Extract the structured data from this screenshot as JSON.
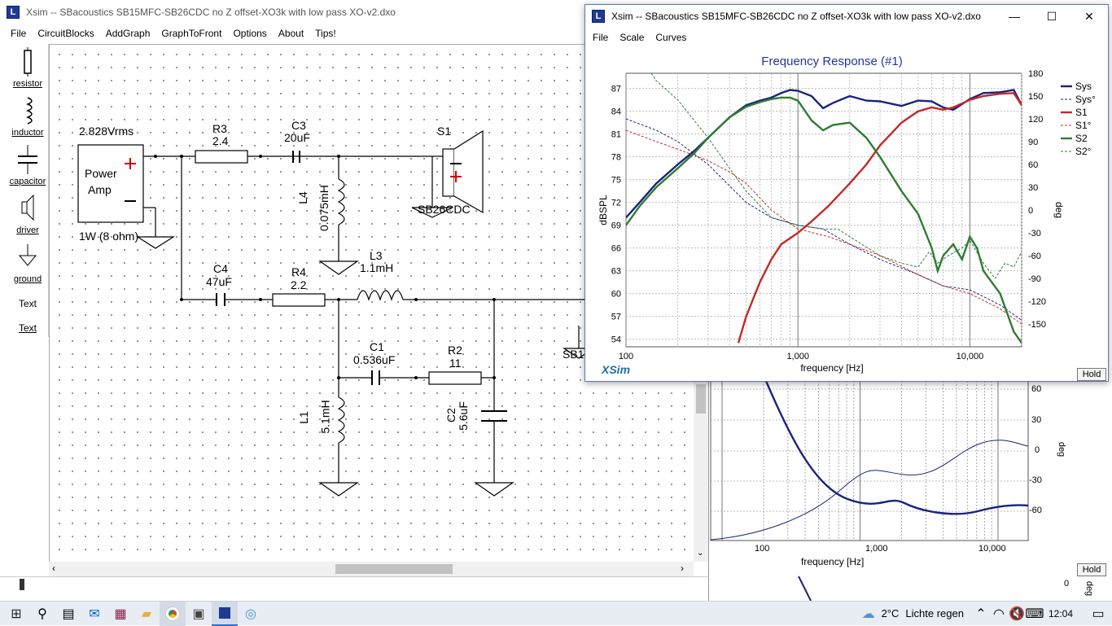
{
  "main_window": {
    "title": "Xsim -- SBacoustics SB15MFC-SB26CDC no Z offset-XO3k with low pass XO-v2.dxo",
    "menu": [
      "File",
      "CircuitBlocks",
      "AddGraph",
      "GraphToFront",
      "Options",
      "About",
      "Tips!"
    ]
  },
  "palette": [
    "resistor",
    "inductor",
    "capacitor",
    "driver",
    "ground",
    "Text",
    "Text"
  ],
  "circuit": {
    "source_voltage": "2.828Vrms",
    "amp_line1": "Power",
    "amp_line2": "Amp",
    "amp_power": "1W (8 ohm)",
    "r3_name": "R3",
    "r3_val": "2.4",
    "c3_name": "C3",
    "c3_val": "20uF",
    "s1_name": "S1",
    "s1_model": "SB26CDC",
    "l4_name": "L4",
    "l4_val": "0.075mH",
    "c4_name": "C4",
    "c4_val": "47uF",
    "r4_name": "R4",
    "r4_val": "2.2",
    "l3_name": "L3",
    "l3_val": "1.1mH",
    "c1_name": "C1",
    "c1_val": "0.536uF",
    "r2_name": "R2",
    "r2_val": "11",
    "l1_name": "L1",
    "l1_val": "5.1mH",
    "c2_name": "C2",
    "c2_val": "5.6uF",
    "partial_driver": "SB1"
  },
  "freq_window": {
    "title": "Xsim -- SBacoustics SB15MFC-SB26CDC no Z offset-XO3k with low pass XO-v2.dxo",
    "menu": [
      "File",
      "Scale",
      "Curves"
    ],
    "brand": "XSim",
    "hold_label": "Hold"
  },
  "back_graph": {
    "xlabel": "frequency [Hz]",
    "ylabel_right": "deg",
    "x_ticks": [
      "100",
      "1,000",
      "10,000"
    ],
    "y_ticks_right": [
      "60",
      "30",
      "0",
      "-30",
      "-60"
    ],
    "hold_label": "Hold",
    "bottom_tick": "0",
    "bottom_ylabel": "deg"
  },
  "chart_data": {
    "type": "line",
    "title": "Frequency Response (#1)",
    "xlabel": "frequency [Hz]",
    "ylabel": "dBSPL",
    "ylabel_right": "deg",
    "x_scale": "log",
    "xlim": [
      100,
      20000
    ],
    "ylim": [
      53,
      89
    ],
    "ylim_right": [
      -180,
      180
    ],
    "x_ticks": [
      "100",
      "1,000",
      "10,000"
    ],
    "y_ticks": [
      "87",
      "84",
      "81",
      "78",
      "75",
      "72",
      "69",
      "66",
      "63",
      "60",
      "57",
      "54"
    ],
    "y_ticks_right": [
      "180",
      "150",
      "120",
      "90",
      "60",
      "30",
      "0",
      "-30",
      "-60",
      "-90",
      "-120",
      "-150"
    ],
    "grid": true,
    "legend_position": "top-right",
    "series": [
      {
        "name": "Sys",
        "color": "#1a237e",
        "style": "solid",
        "axis": "left",
        "x": [
          100,
          120,
          150,
          200,
          250,
          300,
          400,
          500,
          600,
          700,
          800,
          900,
          1000,
          1200,
          1400,
          1600,
          2000,
          2500,
          3000,
          4000,
          5000,
          6000,
          7000,
          8000,
          10000,
          12000,
          15000,
          18000,
          20000
        ],
        "y": [
          70,
          72,
          74.5,
          77,
          78.8,
          80.5,
          83.2,
          84.8,
          85.4,
          85.8,
          86.4,
          86.8,
          86.7,
          86,
          84.4,
          85.1,
          86,
          85.4,
          85.3,
          84.7,
          85.4,
          85.3,
          84.5,
          84.2,
          85.6,
          86.4,
          86.5,
          86.8,
          84.8
        ]
      },
      {
        "name": "Sys°",
        "color": "#1a237e",
        "style": "dashed",
        "axis": "right",
        "x": [
          100,
          150,
          200,
          300,
          500,
          700,
          1000,
          1400,
          2000,
          3000,
          5000,
          7000,
          10000,
          15000,
          20000
        ],
        "y": [
          120,
          105,
          90,
          60,
          10,
          -10,
          -20,
          -25,
          -45,
          -65,
          -85,
          -100,
          -105,
          -125,
          -145
        ]
      },
      {
        "name": "S1",
        "color": "#c62828",
        "style": "solid",
        "axis": "left",
        "x": [
          450,
          500,
          600,
          700,
          800,
          1000,
          1200,
          1500,
          2000,
          2500,
          3000,
          4000,
          5000,
          6000,
          7000,
          8000,
          10000,
          12000,
          15000,
          18000,
          20000
        ],
        "y": [
          53.5,
          57,
          61.5,
          64.5,
          66.5,
          68,
          69.5,
          71.5,
          74.5,
          77,
          79.5,
          82.5,
          84,
          84.5,
          84.2,
          84.5,
          85.5,
          86,
          86.3,
          86.4,
          84.8
        ]
      },
      {
        "name": "S1°",
        "color": "#c62828",
        "style": "dashed",
        "axis": "right",
        "x": [
          100,
          150,
          200,
          300,
          400,
          500,
          700,
          1000,
          1500,
          2000,
          3000,
          5000,
          7000,
          10000,
          15000,
          20000
        ],
        "y": [
          105,
          90,
          80,
          65,
          50,
          35,
          0,
          -25,
          -35,
          -45,
          -60,
          -85,
          -100,
          -110,
          -130,
          -150
        ]
      },
      {
        "name": "S2",
        "color": "#2e7d32",
        "style": "solid",
        "axis": "left",
        "x": [
          100,
          120,
          150,
          200,
          250,
          300,
          400,
          500,
          600,
          700,
          800,
          900,
          1000,
          1200,
          1400,
          1600,
          2000,
          2500,
          3000,
          4000,
          5000,
          6000,
          6500,
          7000,
          8000,
          9000,
          10000,
          11000,
          12000,
          15000,
          18000,
          20000
        ],
        "y": [
          69,
          71.5,
          74,
          76.5,
          78.5,
          80.5,
          83.2,
          84.6,
          85.2,
          85.6,
          85.8,
          85.8,
          85.4,
          82.8,
          81.5,
          82.2,
          82.5,
          80.5,
          78,
          73.5,
          70.5,
          66,
          63,
          65,
          66.5,
          64.5,
          67.5,
          66,
          63,
          60,
          55,
          53.5
        ]
      },
      {
        "name": "S2°",
        "color": "#2e7d32",
        "style": "dashed",
        "axis": "right",
        "x": [
          140,
          150,
          200,
          300,
          400,
          500,
          700,
          1000,
          1400,
          1700,
          2000,
          3000,
          4000,
          5000,
          5800,
          6500,
          7500,
          9000,
          10000,
          12000,
          14000,
          16000,
          18000,
          20000
        ],
        "y": [
          180,
          170,
          145,
          95,
          55,
          25,
          -10,
          -20,
          -25,
          -25,
          -35,
          -60,
          -70,
          -75,
          -55,
          -70,
          -60,
          -50,
          -40,
          -70,
          -90,
          -70,
          -75,
          -55
        ]
      }
    ]
  }
}
